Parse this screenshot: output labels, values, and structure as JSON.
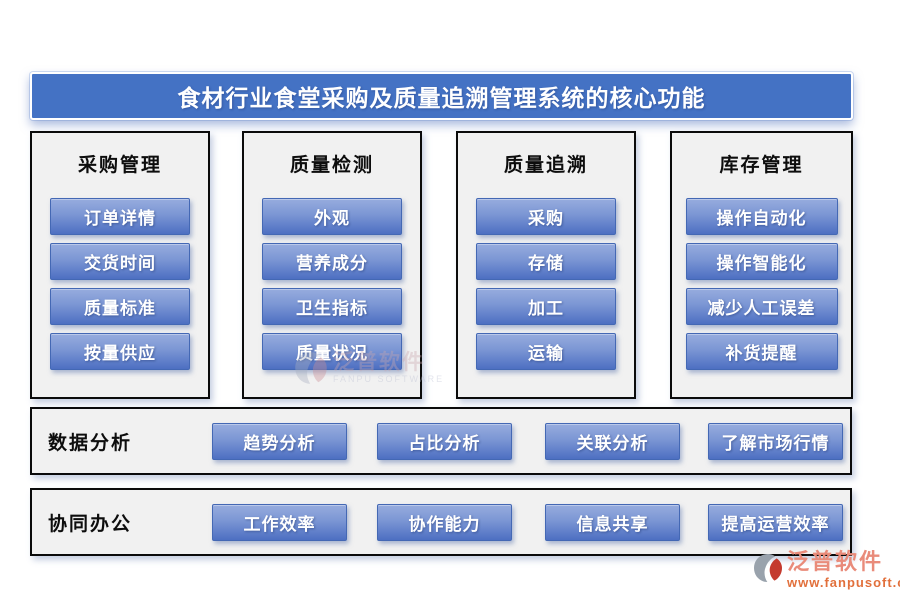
{
  "title": "食材行业食堂采购及质量追溯管理系统的核心功能",
  "columns": [
    {
      "header": "采购管理",
      "items": [
        "订单详情",
        "交货时间",
        "质量标准",
        "按量供应"
      ]
    },
    {
      "header": "质量检测",
      "items": [
        "外观",
        "营养成分",
        "卫生指标",
        "质量状况"
      ]
    },
    {
      "header": "质量追溯",
      "items": [
        "采购",
        "存储",
        "加工",
        "运输"
      ]
    },
    {
      "header": "库存管理",
      "items": [
        "操作自动化",
        "操作智能化",
        "减少人工误差",
        "补货提醒"
      ]
    }
  ],
  "bands": [
    {
      "label": "数据分析",
      "items": [
        "趋势分析",
        "占比分析",
        "关联分析",
        "了解市场行情"
      ]
    },
    {
      "label": "协同办公",
      "items": [
        "工作效率",
        "协作能力",
        "信息共享",
        "提高运营效率"
      ]
    }
  ],
  "watermark": {
    "name": "泛普软件",
    "subtitle": "FANPU SOFTWARE"
  },
  "brand": {
    "name": "泛普软件",
    "url": "www.fanpusoft.com"
  },
  "icons": {
    "logo": "fanpu-logo-icon"
  },
  "colors": {
    "banner_blue": "#4472C4",
    "button_gradient_top": "#97ACDE",
    "button_gradient_bottom": "#4D6FC2",
    "button_border": "#4468B4",
    "panel_background": "#F1F1F1",
    "panel_border": "#0b0b0b",
    "brand_name": "#E98B7A",
    "brand_url": "#E2703C",
    "logo_gray": "#99A2AC",
    "logo_red": "#C43A2E"
  }
}
